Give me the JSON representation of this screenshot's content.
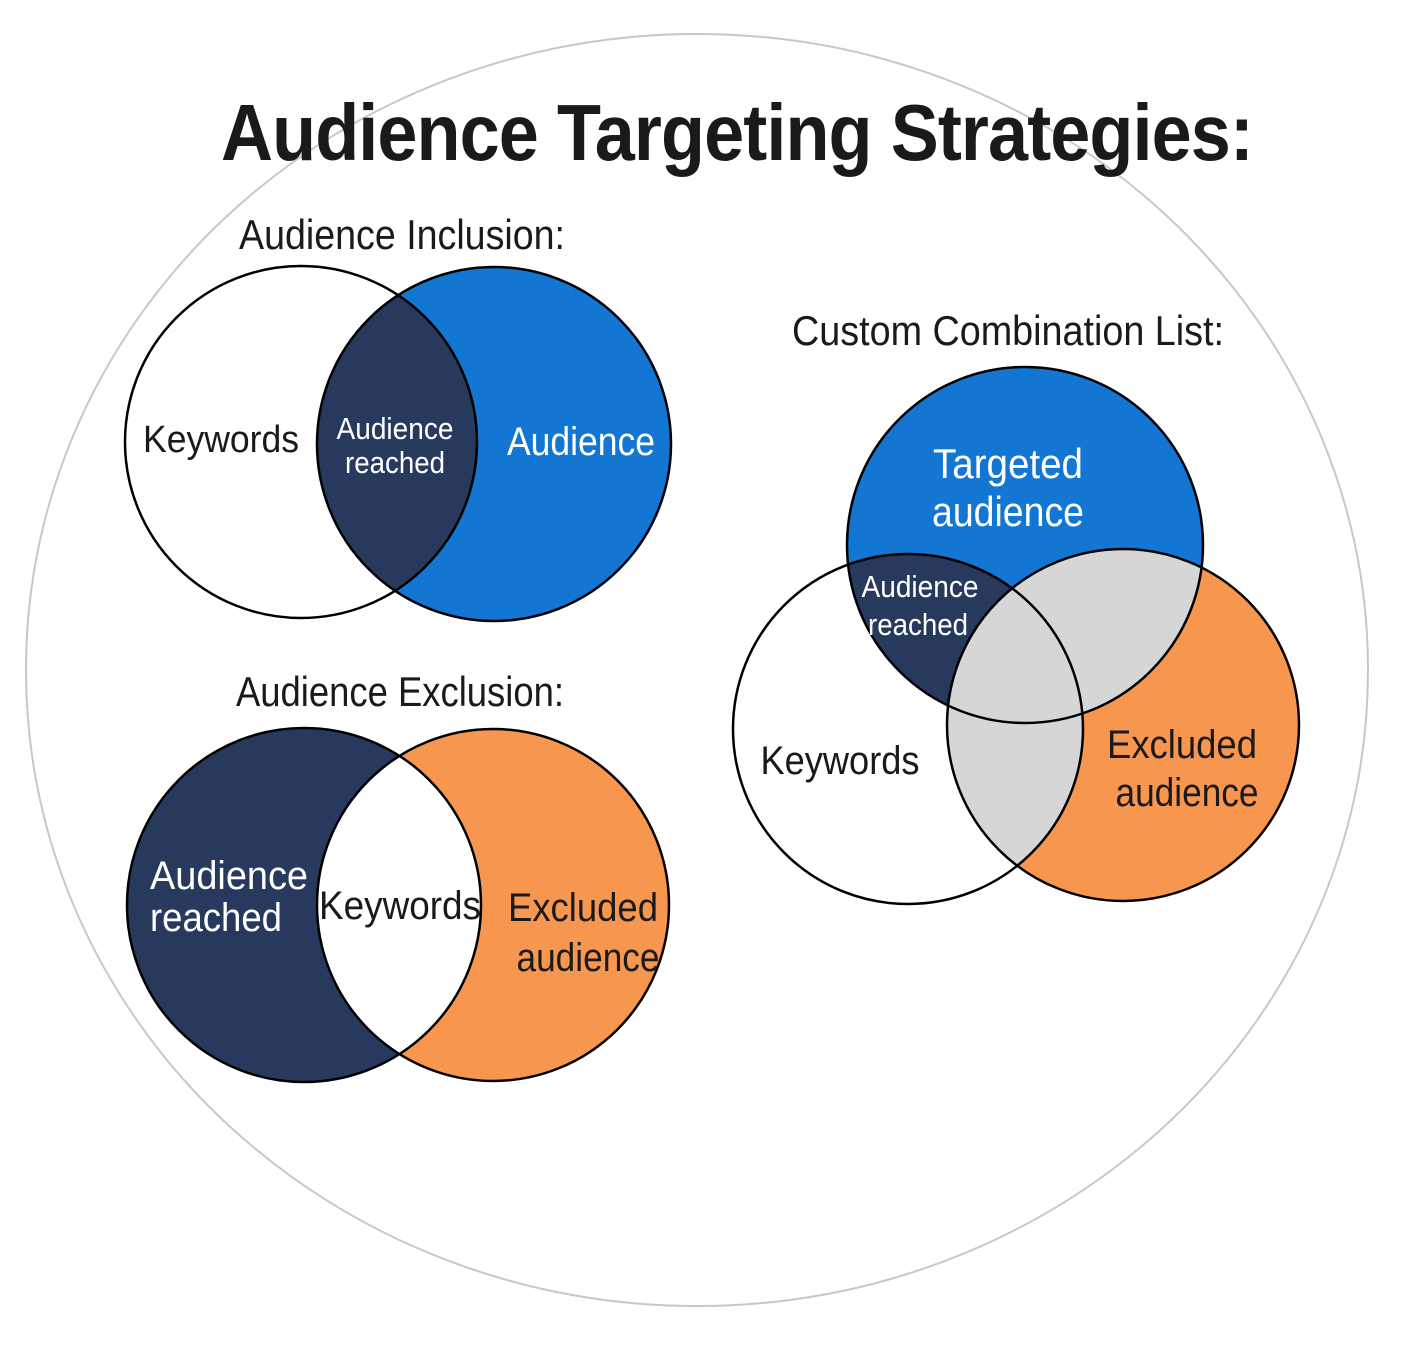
{
  "title": "Audience Targeting Strategies:",
  "colors": {
    "background": "#ffffff",
    "blue": "#1276d2",
    "navy": "#273a5e",
    "orange": "#f7964e",
    "overlap_gray": "#d6d6d6",
    "white": "#ffffff",
    "outline": "#000000",
    "outer_ring": "#c8c8c8",
    "text_dark": "#1a1a1a",
    "text_light": "#ffffff"
  },
  "diagrams": {
    "inclusion": {
      "heading": "Audience Inclusion:",
      "keywords_label": "Keywords",
      "overlap_line1": "Audience",
      "overlap_line2": "reached",
      "audience_label": "Audience"
    },
    "exclusion": {
      "heading": "Audience Exclusion:",
      "reached_line1": "Audience",
      "reached_line2": "reached",
      "keywords_label": "Keywords",
      "excluded_line1": "Excluded",
      "excluded_line2": "audience"
    },
    "custom": {
      "heading": "Custom Combination List:",
      "targeted_line1": "Targeted",
      "targeted_line2": "audience",
      "reached_line1": "Audience",
      "reached_line2": "reached",
      "keywords_label": "Keywords",
      "excluded_line1": "Excluded",
      "excluded_line2": "audience"
    }
  }
}
